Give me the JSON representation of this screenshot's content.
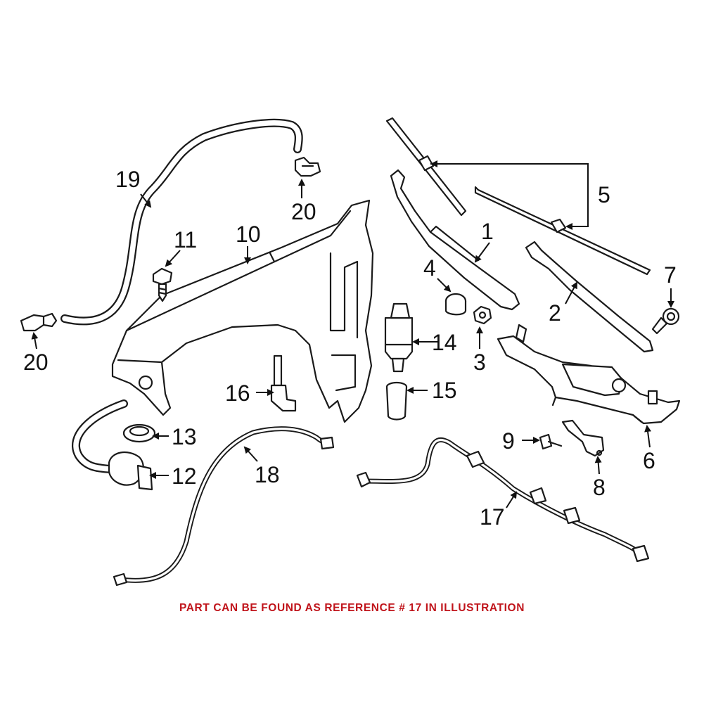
{
  "diagram": {
    "callouts": [
      {
        "id": "1",
        "text": "1"
      },
      {
        "id": "2",
        "text": "2"
      },
      {
        "id": "3",
        "text": "3"
      },
      {
        "id": "4",
        "text": "4"
      },
      {
        "id": "5",
        "text": "5"
      },
      {
        "id": "6",
        "text": "6"
      },
      {
        "id": "7",
        "text": "7"
      },
      {
        "id": "8",
        "text": "8"
      },
      {
        "id": "9",
        "text": "9"
      },
      {
        "id": "10",
        "text": "10"
      },
      {
        "id": "11",
        "text": "11"
      },
      {
        "id": "12",
        "text": "12"
      },
      {
        "id": "13",
        "text": "13"
      },
      {
        "id": "14",
        "text": "14"
      },
      {
        "id": "15",
        "text": "15"
      },
      {
        "id": "16",
        "text": "16"
      },
      {
        "id": "17",
        "text": "17"
      },
      {
        "id": "18",
        "text": "18"
      },
      {
        "id": "19",
        "text": "19"
      },
      {
        "id": "20a",
        "text": "20"
      },
      {
        "id": "20b",
        "text": "20"
      }
    ],
    "note": "PART CAN BE FOUND AS REFERENCE # 17 IN ILLUSTRATION",
    "colors": {
      "line": "#1a1a1a",
      "note": "#c0141b"
    }
  }
}
